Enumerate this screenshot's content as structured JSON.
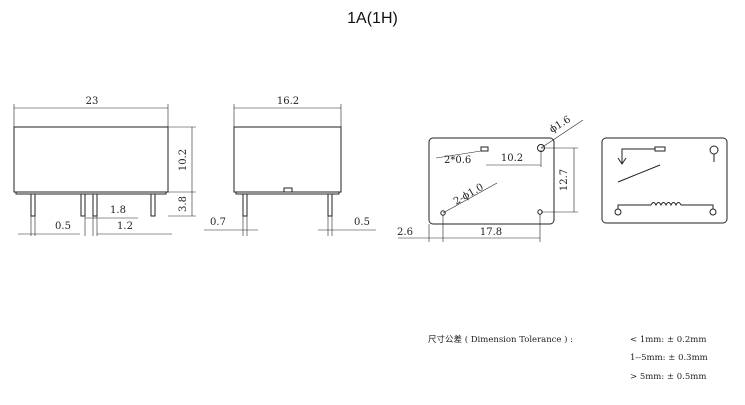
{
  "title": "1A(1H)",
  "front_view": {
    "width_label": "23",
    "height_label": "10.2",
    "pin_height_label": "3.8",
    "pin_width_label": "0.5",
    "pin_spacing_label": "1.8",
    "pin_spacing2_label": "1.2"
  },
  "side_view": {
    "width_label": "16.2",
    "pin_left_label": "0.7",
    "pin_right_label": "0.5"
  },
  "pcb_view": {
    "hole_small_label": "2*0.6",
    "spacing_label": "10.2",
    "hole_large_label": "ϕ1.6",
    "hole_pin_label": "2-ϕ1.0",
    "height_label": "12.7",
    "offset_label": "2.6",
    "width_label": "17.8"
  },
  "tolerance": {
    "heading": "尺寸公差 ( Dimension Tolerance ) :",
    "rows": [
      "< 1mm:  ± 0.2mm",
      "1--5mm:  ± 0.3mm",
      "> 5mm:  ± 0.5mm"
    ]
  }
}
